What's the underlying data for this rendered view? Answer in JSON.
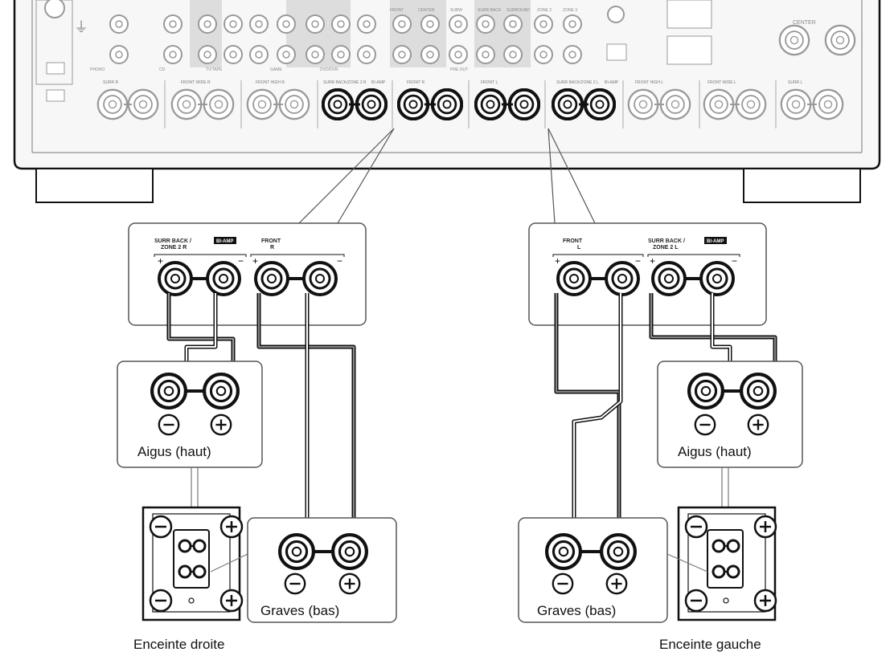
{
  "receiver": {
    "top_labels": [
      "FRONT",
      "CENTER",
      "SUBW",
      "SURR BACK",
      "SURROUND",
      "ZONE 2",
      "ZONE 3",
      "CD",
      "TV/TAPE",
      "GAME",
      "DVD/DVR",
      "PRE OUT",
      "PHONO",
      "ZONE 2",
      "ZONE 3"
    ],
    "row_labels": [
      "SURR R",
      "FRONT WIDE R",
      "FRONT HIGH R",
      "SURR BACK/ZONE 2 R",
      "BI-AMP",
      "FRONT R",
      "FRONT L",
      "SURR BACK/ZONE 2 L",
      "BI-AMP",
      "FRONT HIGH L",
      "FRONT WIDE L",
      "SURR L"
    ],
    "right_top_label": "CENTER"
  },
  "left_terminal_panel": {
    "group1_label_line1": "SURR BACK /",
    "group1_label_line2": "ZONE 2 R",
    "bi_amp_tag": "BI-AMP",
    "group2_label_line1": "FRONT",
    "group2_label_line2": "R"
  },
  "right_terminal_panel": {
    "group1_label_line1": "FRONT",
    "group1_label_line2": "L",
    "group2_label_line1": "SURR BACK /",
    "group2_label_line2": "ZONE 2 L",
    "bi_amp_tag": "BI-AMP"
  },
  "speakers": {
    "tweeter_label": "Aigus (haut)",
    "woofer_label": "Graves (bas)",
    "right_speaker_caption": "Enceinte droite",
    "left_speaker_caption": "Enceinte gauche"
  }
}
